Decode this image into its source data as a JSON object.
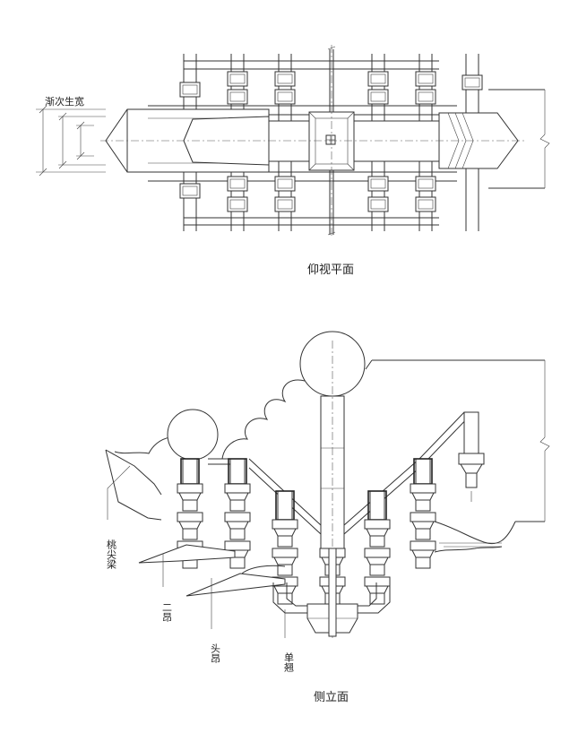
{
  "plan_view": {
    "title": "仰视平面",
    "dimension_label": "渐次生宽"
  },
  "side_view": {
    "title": "侧立面",
    "labels": [
      {
        "id": "tiaojianliang",
        "text": "桃尖梁"
      },
      {
        "id": "erang",
        "text": "二昂"
      },
      {
        "id": "touang",
        "text": "头昂"
      },
      {
        "id": "danqiao",
        "text": "单翘"
      }
    ]
  }
}
